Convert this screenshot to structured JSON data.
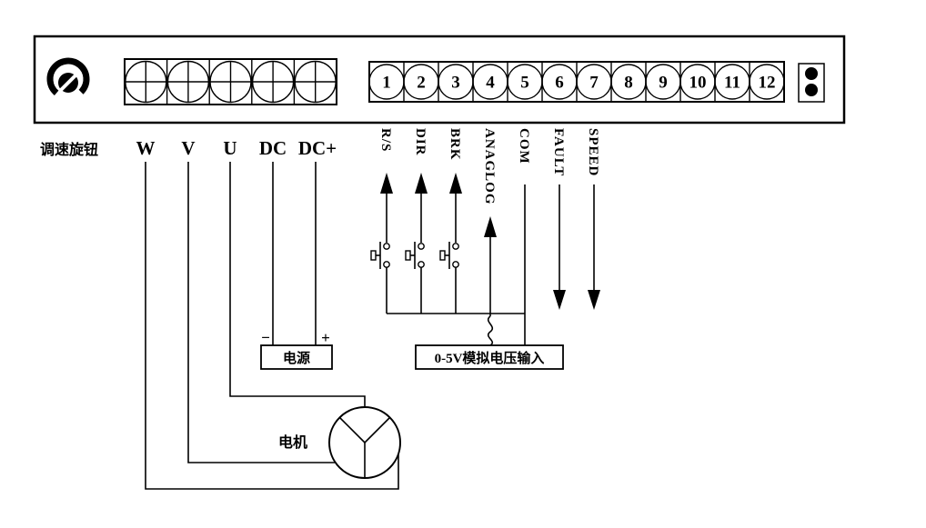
{
  "colors": {
    "ink": "#000000",
    "background": "#ffffff"
  },
  "knob": {
    "label": "调速旋钮"
  },
  "power_block": {
    "terminals": [
      "W",
      "V",
      "U",
      "DC",
      "DC+"
    ]
  },
  "signal_block": {
    "numbers": [
      "1",
      "2",
      "3",
      "4",
      "5",
      "6",
      "7",
      "8",
      "9",
      "10",
      "11",
      "12"
    ],
    "labels": [
      "R/S",
      "DIR",
      "BRK",
      "ANAGLOG",
      "COM",
      "FAULT",
      "SPEED"
    ]
  },
  "power_supply_box": {
    "minus": "−",
    "label": "电源",
    "plus": "+"
  },
  "analog_box": {
    "label": "0-5V模拟电压输入"
  },
  "motor": {
    "label": "电机"
  }
}
